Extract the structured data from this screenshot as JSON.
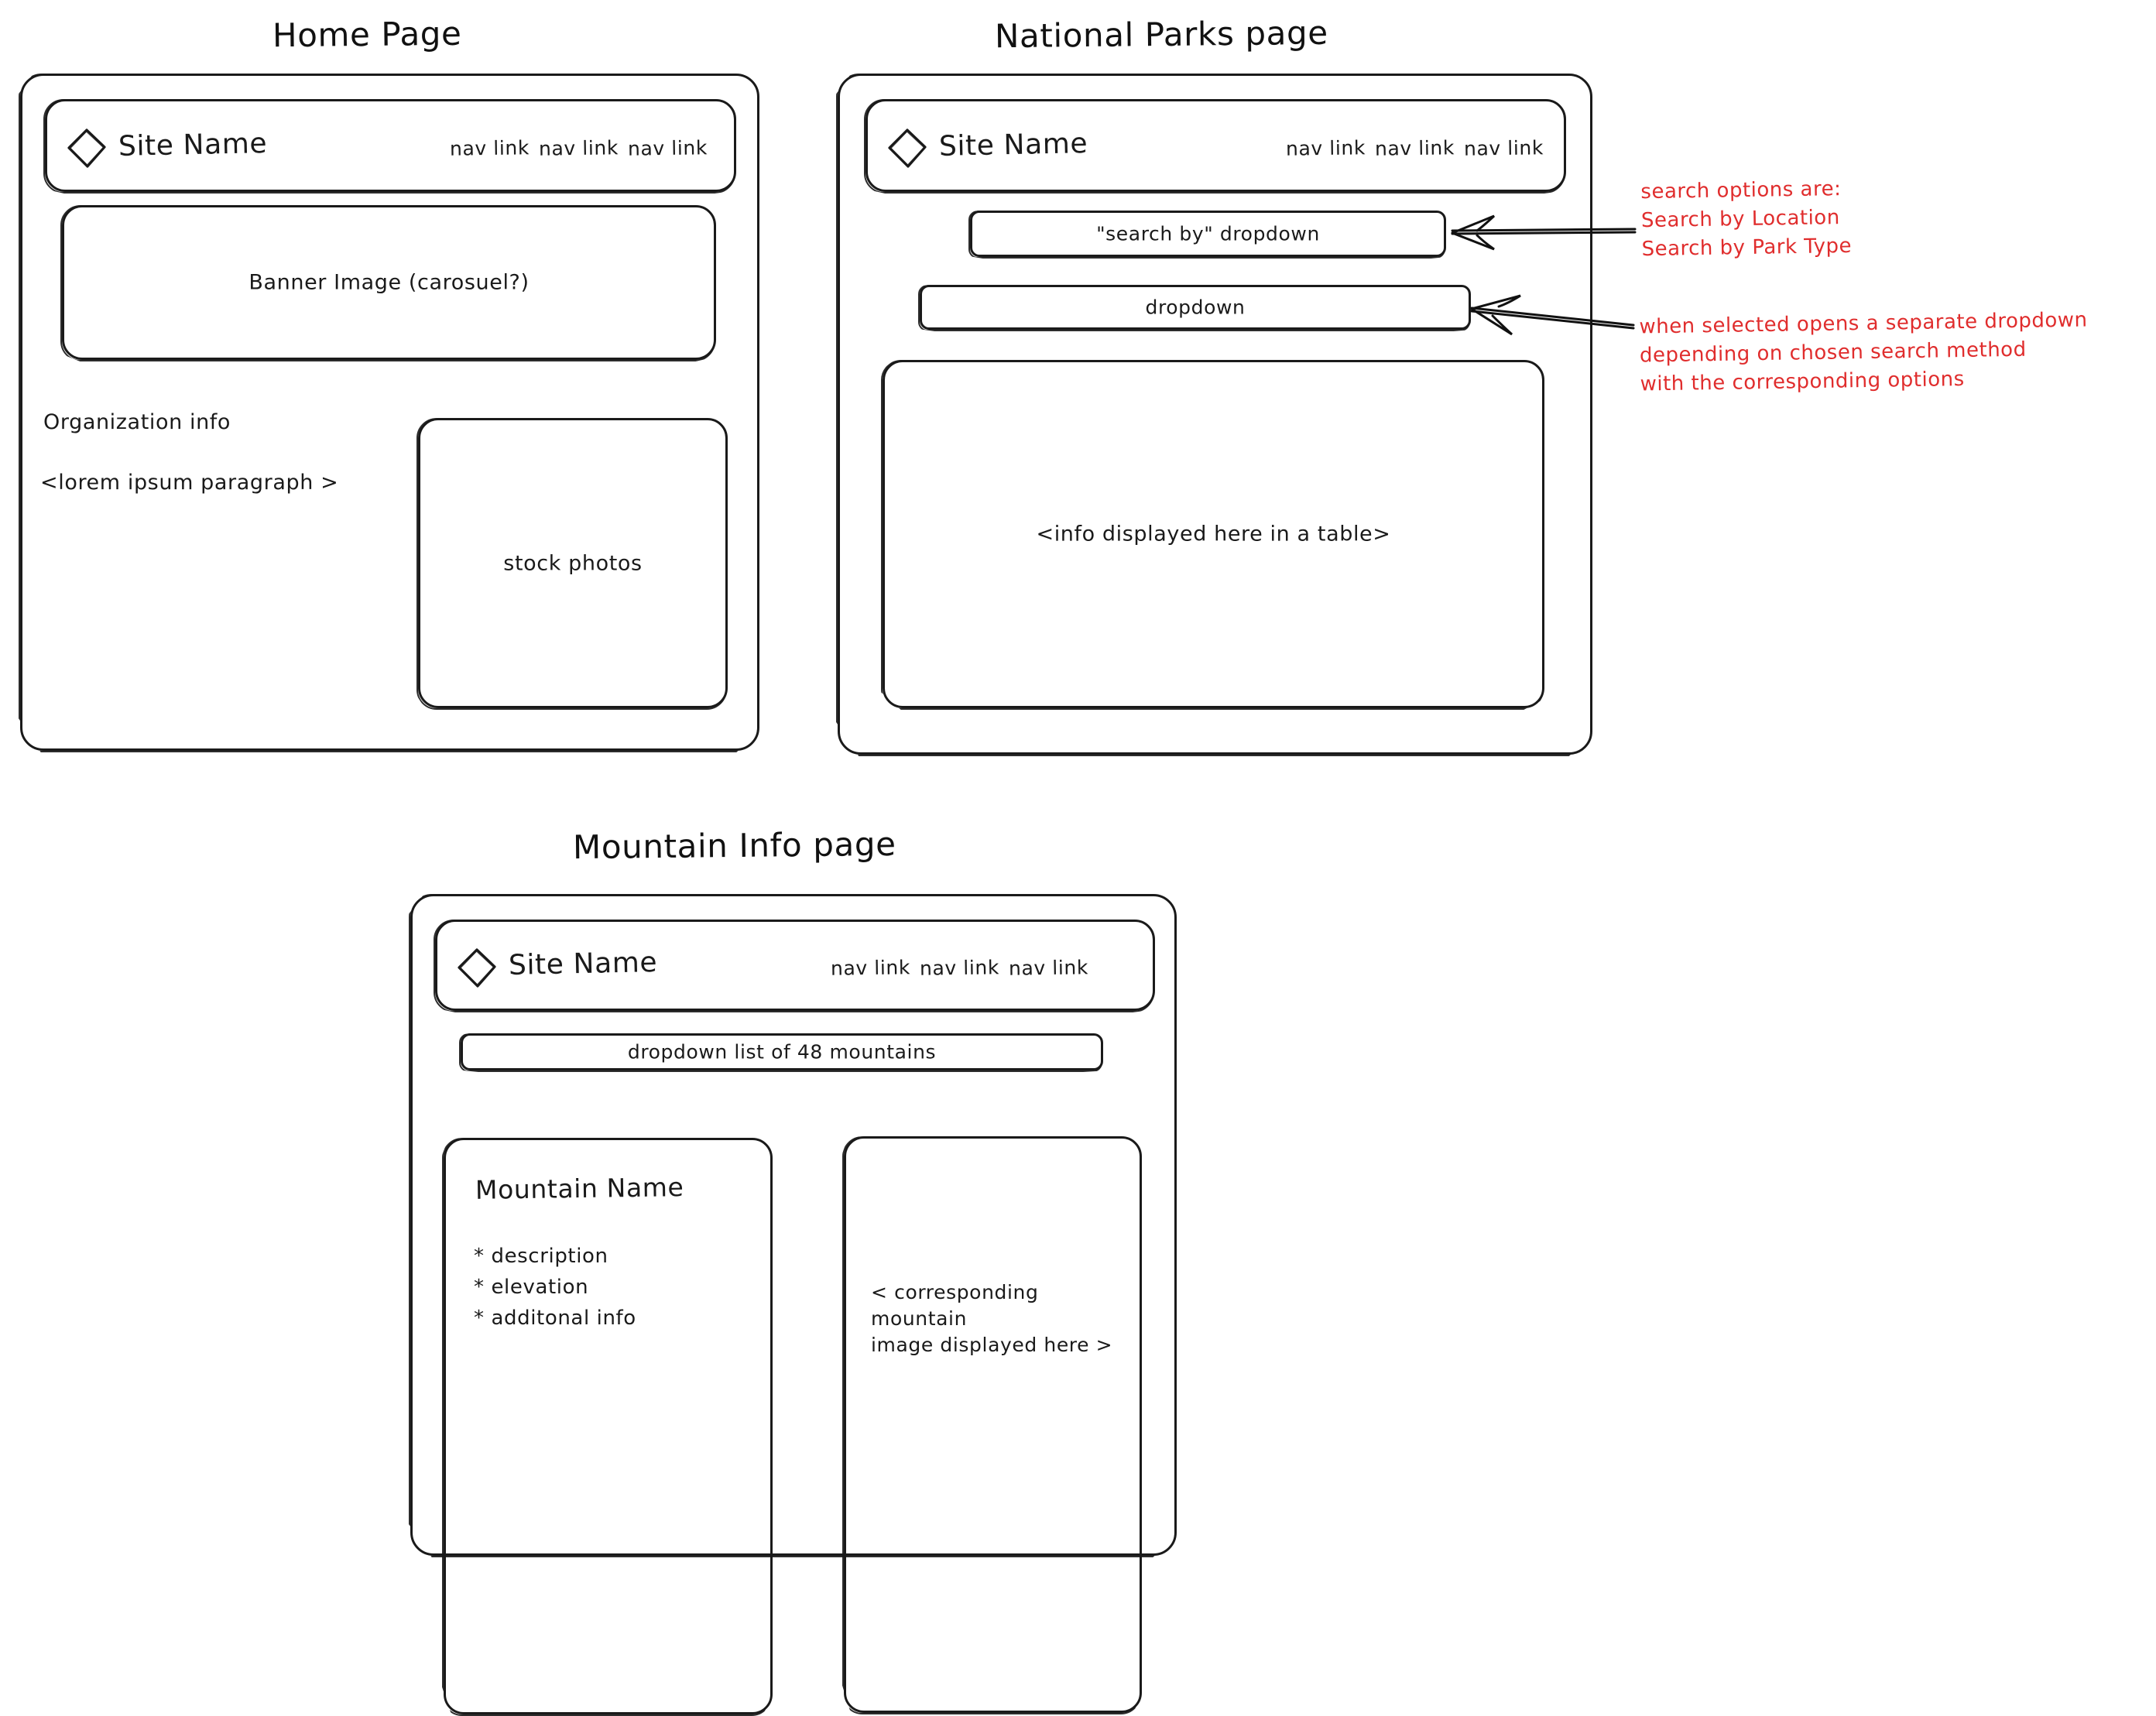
{
  "diagram": {
    "title_note": "hand-drawn website wireframe",
    "ink_color": "#1a1a1a",
    "annotation_color": "#e02d2d"
  },
  "pages": {
    "home": {
      "title": "Home Page",
      "header": {
        "logo": "diamond-logo",
        "site_name": "Site Name",
        "nav_links": [
          "nav link",
          "nav link",
          "nav link"
        ]
      },
      "banner": "Banner Image (carosuel?)",
      "org_heading": "Organization info",
      "org_paragraph": "<lorem ipsum paragraph >",
      "photos_card": "stock photos"
    },
    "parks": {
      "title": "National Parks page",
      "header": {
        "logo": "diamond-logo",
        "site_name": "Site Name",
        "nav_links": [
          "nav link",
          "nav link",
          "nav link"
        ]
      },
      "search_by_dropdown": "\"search by\" dropdown",
      "second_dropdown": "dropdown",
      "table_placeholder": "<info displayed here in a table>"
    },
    "mountain": {
      "title": "Mountain Info page",
      "header": {
        "logo": "diamond-logo",
        "site_name": "Site Name",
        "nav_links": [
          "nav link",
          "nav link",
          "nav link"
        ]
      },
      "mountains_dropdown": "dropdown list of 48 mountains",
      "info_card": {
        "heading": "Mountain Name",
        "bullets": [
          "* description",
          "* elevation",
          "* additonal info"
        ]
      },
      "image_card": "< corresponding mountain\nimage displayed here >"
    }
  },
  "annotations": {
    "search_options": "search options are:\nSearch by Location\nSearch by Park Type",
    "dependent_dropdown": "when selected opens a separate dropdown\ndepending on chosen search method\nwith the corresponding options"
  }
}
